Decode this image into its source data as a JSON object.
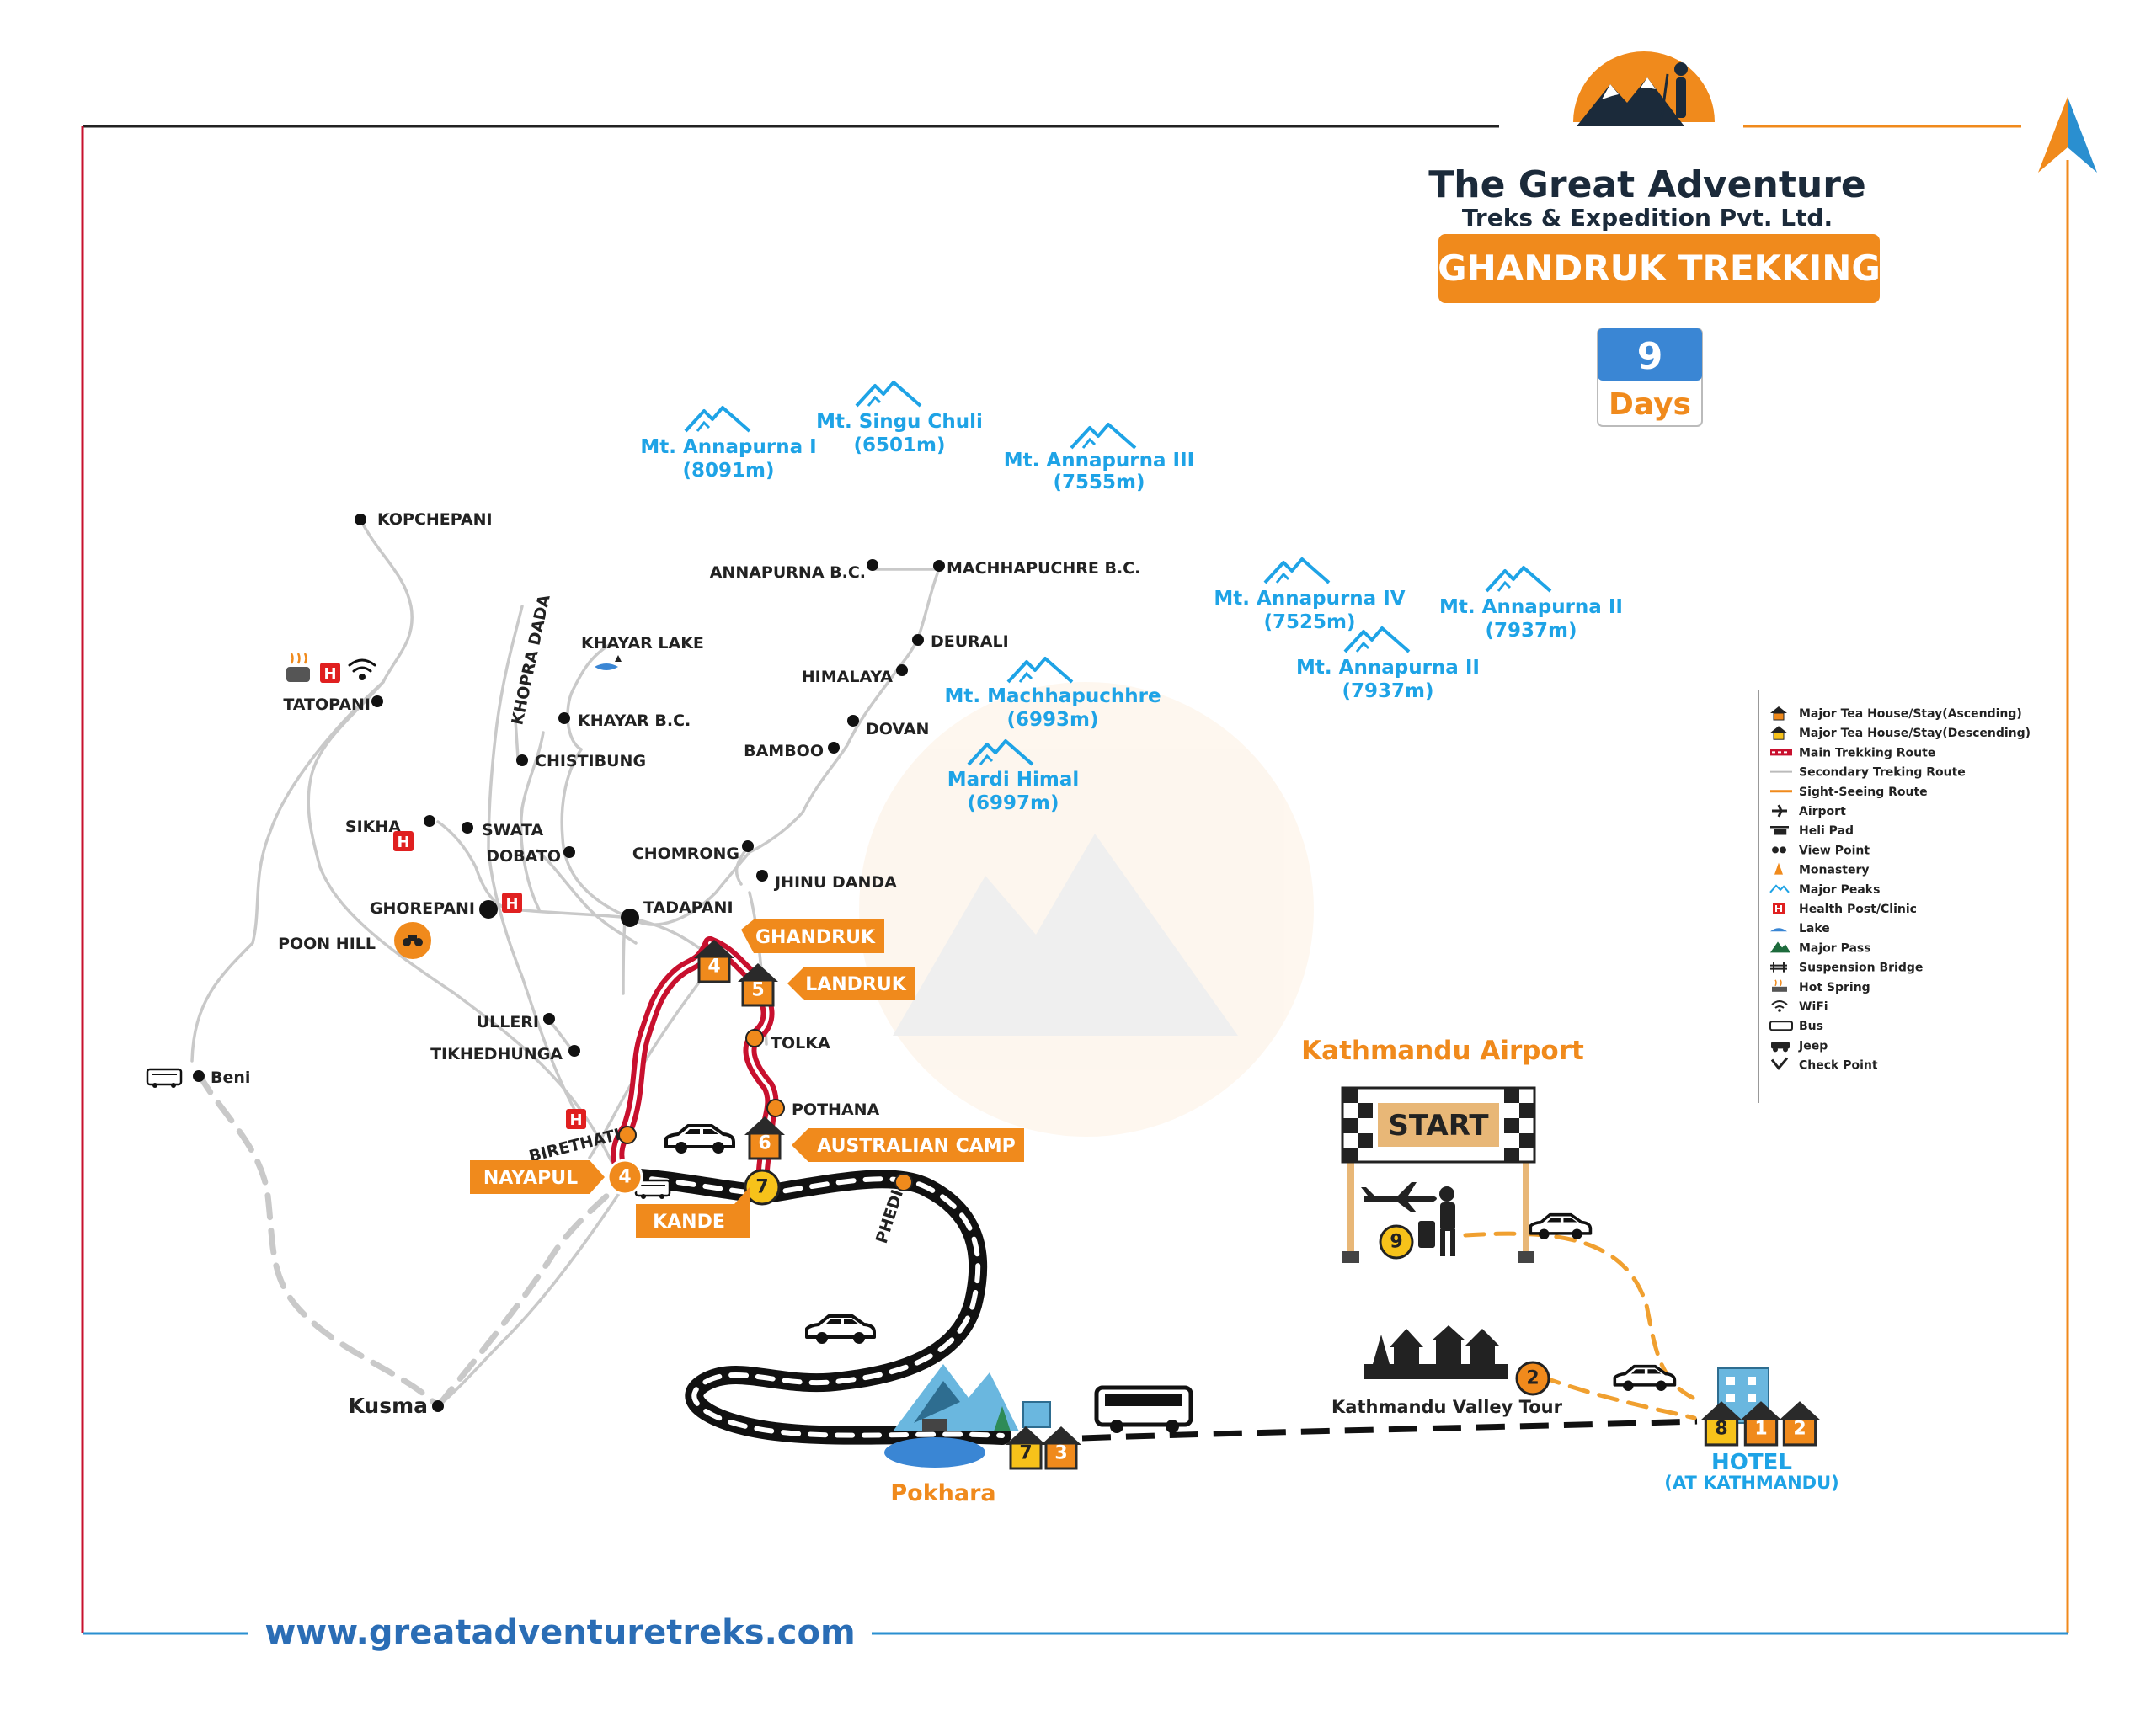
{
  "brand": {
    "line1": "The Great Adventure",
    "line2": "Treks & Expedition Pvt. Ltd.",
    "trek_title": "GHANDRUK TREKKING",
    "days_number": "9",
    "days_label": "Days",
    "website": "www.greatadventuretreks.com"
  },
  "colors": {
    "accent": "#f08a1c",
    "route": "#c8102e",
    "peak": "#1ea3e6",
    "frame_left": "#c8102e",
    "frame_right": "#f08a1c",
    "frame_bottom": "#2a8fd0"
  },
  "peaks": [
    {
      "name": "Mt. Annapurna I",
      "alt": "(8091m)"
    },
    {
      "name": "Mt. Singu Chuli",
      "alt": "(6501m)"
    },
    {
      "name": "Mt. Annapurna III",
      "alt": "(7555m)"
    },
    {
      "name": "Mt. Annapurna IV",
      "alt": "(7525m)"
    },
    {
      "name": "Mt. Annapurna II",
      "alt": "(7937m)"
    },
    {
      "name": "Mt. Annapurna II",
      "alt": "(7937m)"
    },
    {
      "name": "Mt. Machhapuchhre",
      "alt": "(6993m)"
    },
    {
      "name": "Mardi Himal",
      "alt": "(6997m)"
    }
  ],
  "places": {
    "kopchepani": "KOPCHEPANI",
    "annapurna_bc": "ANNAPURNA B.C.",
    "machhapuchre_bc": "MACHHAPUCHRE B.C.",
    "khopra_dada": "KHOPRA DADA",
    "khayar_lake": "KHAYAR LAKE",
    "deurali": "DEURALI",
    "himalaya": "HIMALAYA",
    "tatopani": "TATOPANI",
    "khayar_bc": "KHAYAR B.C.",
    "dovan": "DOVAN",
    "chistibung": "CHISTIBUNG",
    "bamboo": "BAMBOO",
    "sikha": "SIKHA",
    "swata": "SWATA",
    "dobato": "DOBATO",
    "chomrong": "CHOMRONG",
    "jhinu_danda": "JHINU DANDA",
    "ghorepani": "GHOREPANI",
    "tadapani": "TADAPANI",
    "poon_hill": "POON HILL",
    "ulleri": "ULLERI",
    "tolka": "TOLKA",
    "tikhedhunga": "TIKHEDHUNGA",
    "beni": "Beni",
    "pothana": "POTHANA",
    "birethati": "BIRETHATI",
    "phedi": "PHEDI",
    "kusma": "Kusma",
    "kathmandu_valley_tour": "Kathmandu Valley Tour",
    "pokhara": "Pokhara",
    "hotel": "HOTEL",
    "hotel_sub": "(AT KATHMANDU)",
    "kathmandu_airport": "Kathmandu Airport",
    "start": "START"
  },
  "tags": {
    "ghandruk": "GHANDRUK",
    "landruk": "LANDRUK",
    "australian_camp": "AUSTRALIAN CAMP",
    "nayapul": "NAYAPUL",
    "kande": "KANDE"
  },
  "stops": {
    "ghandruk": "4",
    "landruk": "5",
    "australian_camp": "6",
    "nayapul": "4",
    "kande": "7",
    "pokhara_a": "7",
    "pokhara_b": "3",
    "hotel_a": "8",
    "hotel_b": "1",
    "hotel_c": "2",
    "valley_tour": "2",
    "airport": "9"
  },
  "legend": [
    {
      "icon": "house-ascending-icon",
      "label": "Major Tea House/Stay(Ascending)"
    },
    {
      "icon": "house-descending-icon",
      "label": "Major Tea House/Stay(Descending)"
    },
    {
      "icon": "main-route-icon",
      "label": "Main Trekking Route"
    },
    {
      "icon": "secondary-route-icon",
      "label": "Secondary Treking Route"
    },
    {
      "icon": "sightseeing-route-icon",
      "label": "Sight-Seeing Route"
    },
    {
      "icon": "airport-icon",
      "label": "Airport"
    },
    {
      "icon": "helipad-icon",
      "label": "Heli Pad"
    },
    {
      "icon": "view-point-icon",
      "label": "View Point"
    },
    {
      "icon": "monastery-icon",
      "label": "Monastery"
    },
    {
      "icon": "major-peaks-icon",
      "label": "Major Peaks"
    },
    {
      "icon": "health-post-icon",
      "label": "Health Post/Clinic"
    },
    {
      "icon": "lake-icon",
      "label": "Lake"
    },
    {
      "icon": "major-pass-icon",
      "label": "Major Pass"
    },
    {
      "icon": "suspension-bridge-icon",
      "label": "Suspension Bridge"
    },
    {
      "icon": "hot-spring-icon",
      "label": "Hot Spring"
    },
    {
      "icon": "wifi-icon",
      "label": "WiFi"
    },
    {
      "icon": "bus-icon",
      "label": "Bus"
    },
    {
      "icon": "jeep-icon",
      "label": "Jeep"
    },
    {
      "icon": "check-point-icon",
      "label": "Check Point"
    }
  ]
}
